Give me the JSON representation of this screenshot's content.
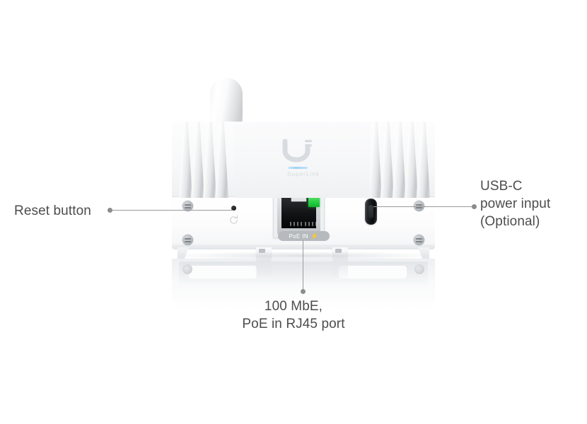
{
  "figure": {
    "title": "Rear port panel callout diagram",
    "background_color": "#ffffff",
    "leader_color": "#9a9a9a",
    "text_color": "#4d4d4d"
  },
  "callouts": {
    "reset": {
      "label": "Reset button"
    },
    "usb_c": {
      "line1": "USB-C",
      "line2": "power input",
      "line3": "(Optional)"
    },
    "poe": {
      "line1": "100 MbE,",
      "line2": "PoE in RJ45 port"
    }
  },
  "device": {
    "brand_text": "SuperLink",
    "port_badge": {
      "label": "PoE IN",
      "bolt": "⚡",
      "background_color": "#b6babe",
      "text_color": "#ffffff"
    },
    "rj45": {
      "led_color": "#22cc3f",
      "cavity_color": "#111314",
      "pin_count": 8
    },
    "usb_c_port": {
      "orientation": "vertical",
      "color": "#1b1d1f"
    },
    "status_led_color": "#9ed3f5",
    "heatsink": {
      "left_fin_count": 4,
      "right_fin_count": 5
    },
    "screw_count": 4,
    "reset_pinhole_color": "#17191b",
    "chassis_color": "#fbfbfc"
  }
}
